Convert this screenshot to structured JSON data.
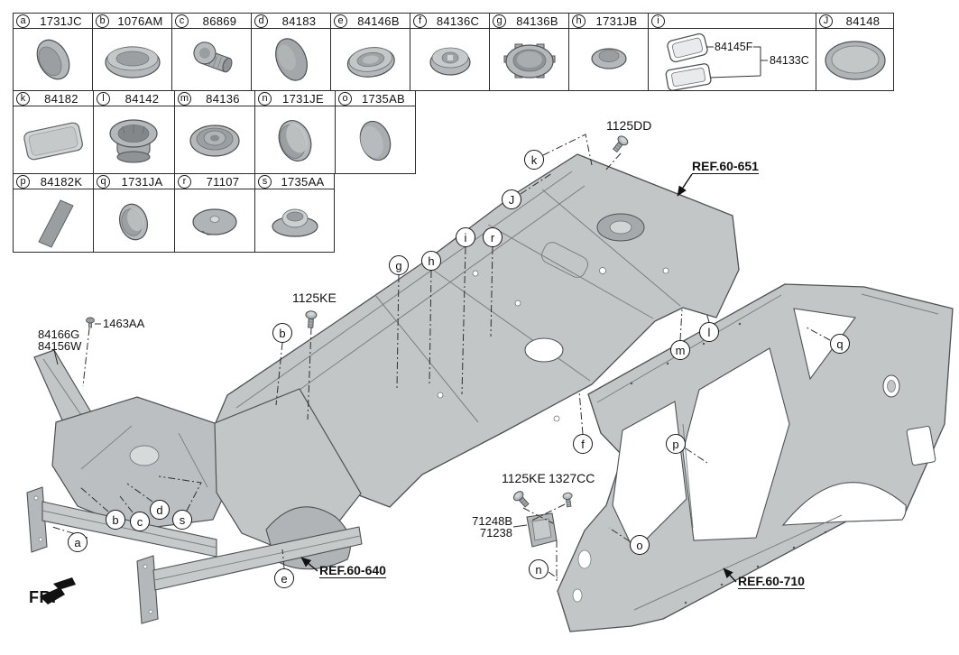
{
  "parts_grid": {
    "rows": [
      {
        "cells": [
          {
            "letter": "a",
            "part_no": "1731JC"
          },
          {
            "letter": "b",
            "part_no": "1076AM"
          },
          {
            "letter": "c",
            "part_no": "86869"
          },
          {
            "letter": "d",
            "part_no": "84183"
          },
          {
            "letter": "e",
            "part_no": "84146B"
          },
          {
            "letter": "f",
            "part_no": "84136C"
          },
          {
            "letter": "g",
            "part_no": "84136B"
          },
          {
            "letter": "h",
            "part_no": "1731JB"
          },
          {
            "letter": "i",
            "part_no": "",
            "sub_labels": [
              "84145F",
              "84133C"
            ]
          },
          {
            "letter": "J",
            "part_no": "84148"
          }
        ]
      },
      {
        "cells": [
          {
            "letter": "k",
            "part_no": "84182"
          },
          {
            "letter": "l",
            "part_no": "84142"
          },
          {
            "letter": "m",
            "part_no": "84136"
          },
          {
            "letter": "n",
            "part_no": "1731JE"
          },
          {
            "letter": "o",
            "part_no": "1735AB"
          }
        ]
      },
      {
        "cells": [
          {
            "letter": "p",
            "part_no": "84182K"
          },
          {
            "letter": "q",
            "part_no": "1731JA"
          },
          {
            "letter": "r",
            "part_no": "71107"
          },
          {
            "letter": "s",
            "part_no": "1735AA"
          }
        ]
      }
    ]
  },
  "diagram": {
    "fastener_labels": {
      "bolt_1125dd": "1125DD",
      "bolt_1125ke_floor": "1125KE",
      "clip_1463aa": "1463AA",
      "bolt_1125ke_pillar": "1125KE",
      "bolt_1327cc": "1327CC"
    },
    "part_labels": {
      "pad_84166g": "84166G",
      "pad_84156w": "84156W",
      "bracket_71248b": "71248B",
      "bracket_71238": "71238"
    },
    "ref_labels": {
      "ref_60_651": "REF.60-651",
      "ref_60_640": "REF.60-640",
      "ref_60_710": "REF.60-710"
    },
    "callouts": {
      "a": "a",
      "b": "b",
      "c": "c",
      "d": "d",
      "e": "e",
      "f": "f",
      "g": "g",
      "h": "h",
      "i": "i",
      "J": "J",
      "k": "k",
      "l": "l",
      "m": "m",
      "n": "n",
      "o": "o",
      "p": "p",
      "q": "q",
      "r": "r",
      "s": "s"
    },
    "direction_label": "FR."
  }
}
